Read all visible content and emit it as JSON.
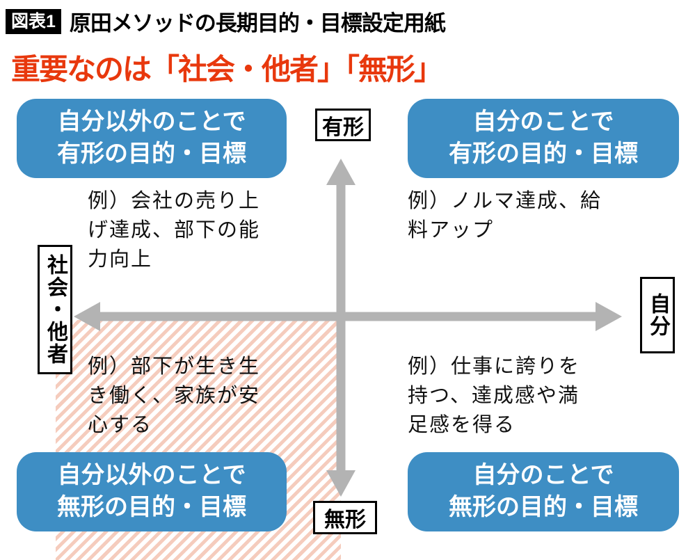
{
  "figure": {
    "tag": "図表1",
    "title": "原田メソッドの長期目的・目標設定用紙",
    "headline": "重要なのは「社会・他者」「無形」"
  },
  "axes": {
    "top_label": "有形",
    "bottom_label": "無形",
    "left_label": "社会・他者",
    "right_label": "自分"
  },
  "quadrants": {
    "top_left": {
      "box": "自分以外のことで\n有形の目的・目標",
      "example": "例）会社の売り上\nげ達成、部下の能\n力向上"
    },
    "top_right": {
      "box": "自分のことで\n有形の目的・目標",
      "example": "例）ノルマ達成、給\n料アップ"
    },
    "bottom_left": {
      "box": "自分以外のことで\n無形の目的・目標",
      "example": "例）部下が生き生\nき働く、家族が安\n心する"
    },
    "bottom_right": {
      "box": "自分のことで\n無形の目的・目標",
      "example": "例）仕事に誇りを\n持つ、達成感や満\n足感を得る"
    }
  },
  "colors": {
    "box_blue": "#3e8ec4",
    "headline_red": "#e8380d",
    "arrow_gray": "#b3b3b3",
    "hatch_pink": "#f5ccbd",
    "label_border_black": "#000000"
  }
}
